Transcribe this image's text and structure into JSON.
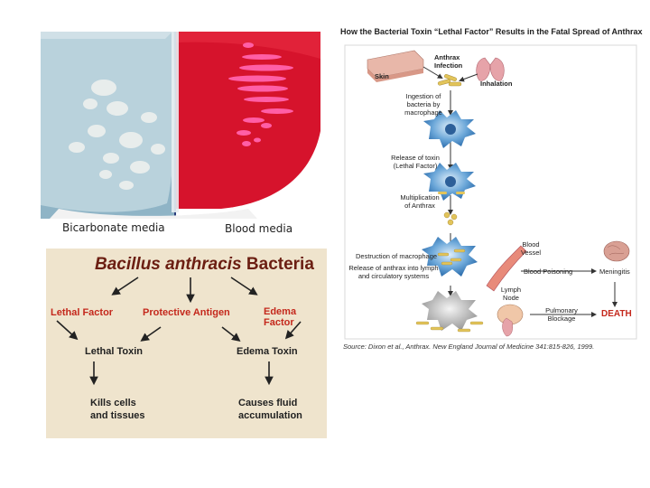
{
  "photo": {
    "left_caption": "Bicarbonate media",
    "right_caption": "Blood media"
  },
  "pathway": {
    "title_italic": "Bacillus anthracis",
    "title_rest": " Bacteria",
    "lethal_factor": "Lethal Factor",
    "protective_antigen": "Protective Antigen",
    "edema_factor": "Edema Factor",
    "lethal_toxin": "Lethal Toxin",
    "edema_toxin": "Edema Toxin",
    "kills_line1": "Kills cells",
    "kills_line2": "and tissues",
    "causes_line1": "Causes fluid",
    "causes_line2": "accumulation"
  },
  "spread": {
    "title": "How the Bacterial Toxin “Lethal Factor” Results in the Fatal Spread of Anthrax",
    "skin": "Skin",
    "anthrax_infection_1": "Anthrax",
    "anthrax_infection_2": "Infection",
    "inhalation": "Inhalation",
    "ingestion_1": "Ingestion of",
    "ingestion_2": "bacteria by",
    "ingestion_3": "macrophage",
    "release_toxin_1": "Release of toxin",
    "release_toxin_2": "(Lethal Factor)",
    "multiplication_1": "Multiplication",
    "multiplication_2": "of Anthrax",
    "destruction": "Destruction of macrophage",
    "release_lymph_1": "Release of anthrax into lymph",
    "release_lymph_2": "and circulatory systems",
    "blood_vessel_1": "Blood",
    "blood_vessel_2": "Vessel",
    "blood_poisoning": "Blood Poisoning",
    "meningitis": "Meningitis",
    "lymph_node_1": "Lymph",
    "lymph_node_2": "Node",
    "pulmonary_1": "Pulmonary",
    "pulmonary_2": "Blockage",
    "death": "DEATH",
    "source": "Source: Dixon et al., Anthrax. New England Journal of Medicine 341:815-826, 1999."
  }
}
